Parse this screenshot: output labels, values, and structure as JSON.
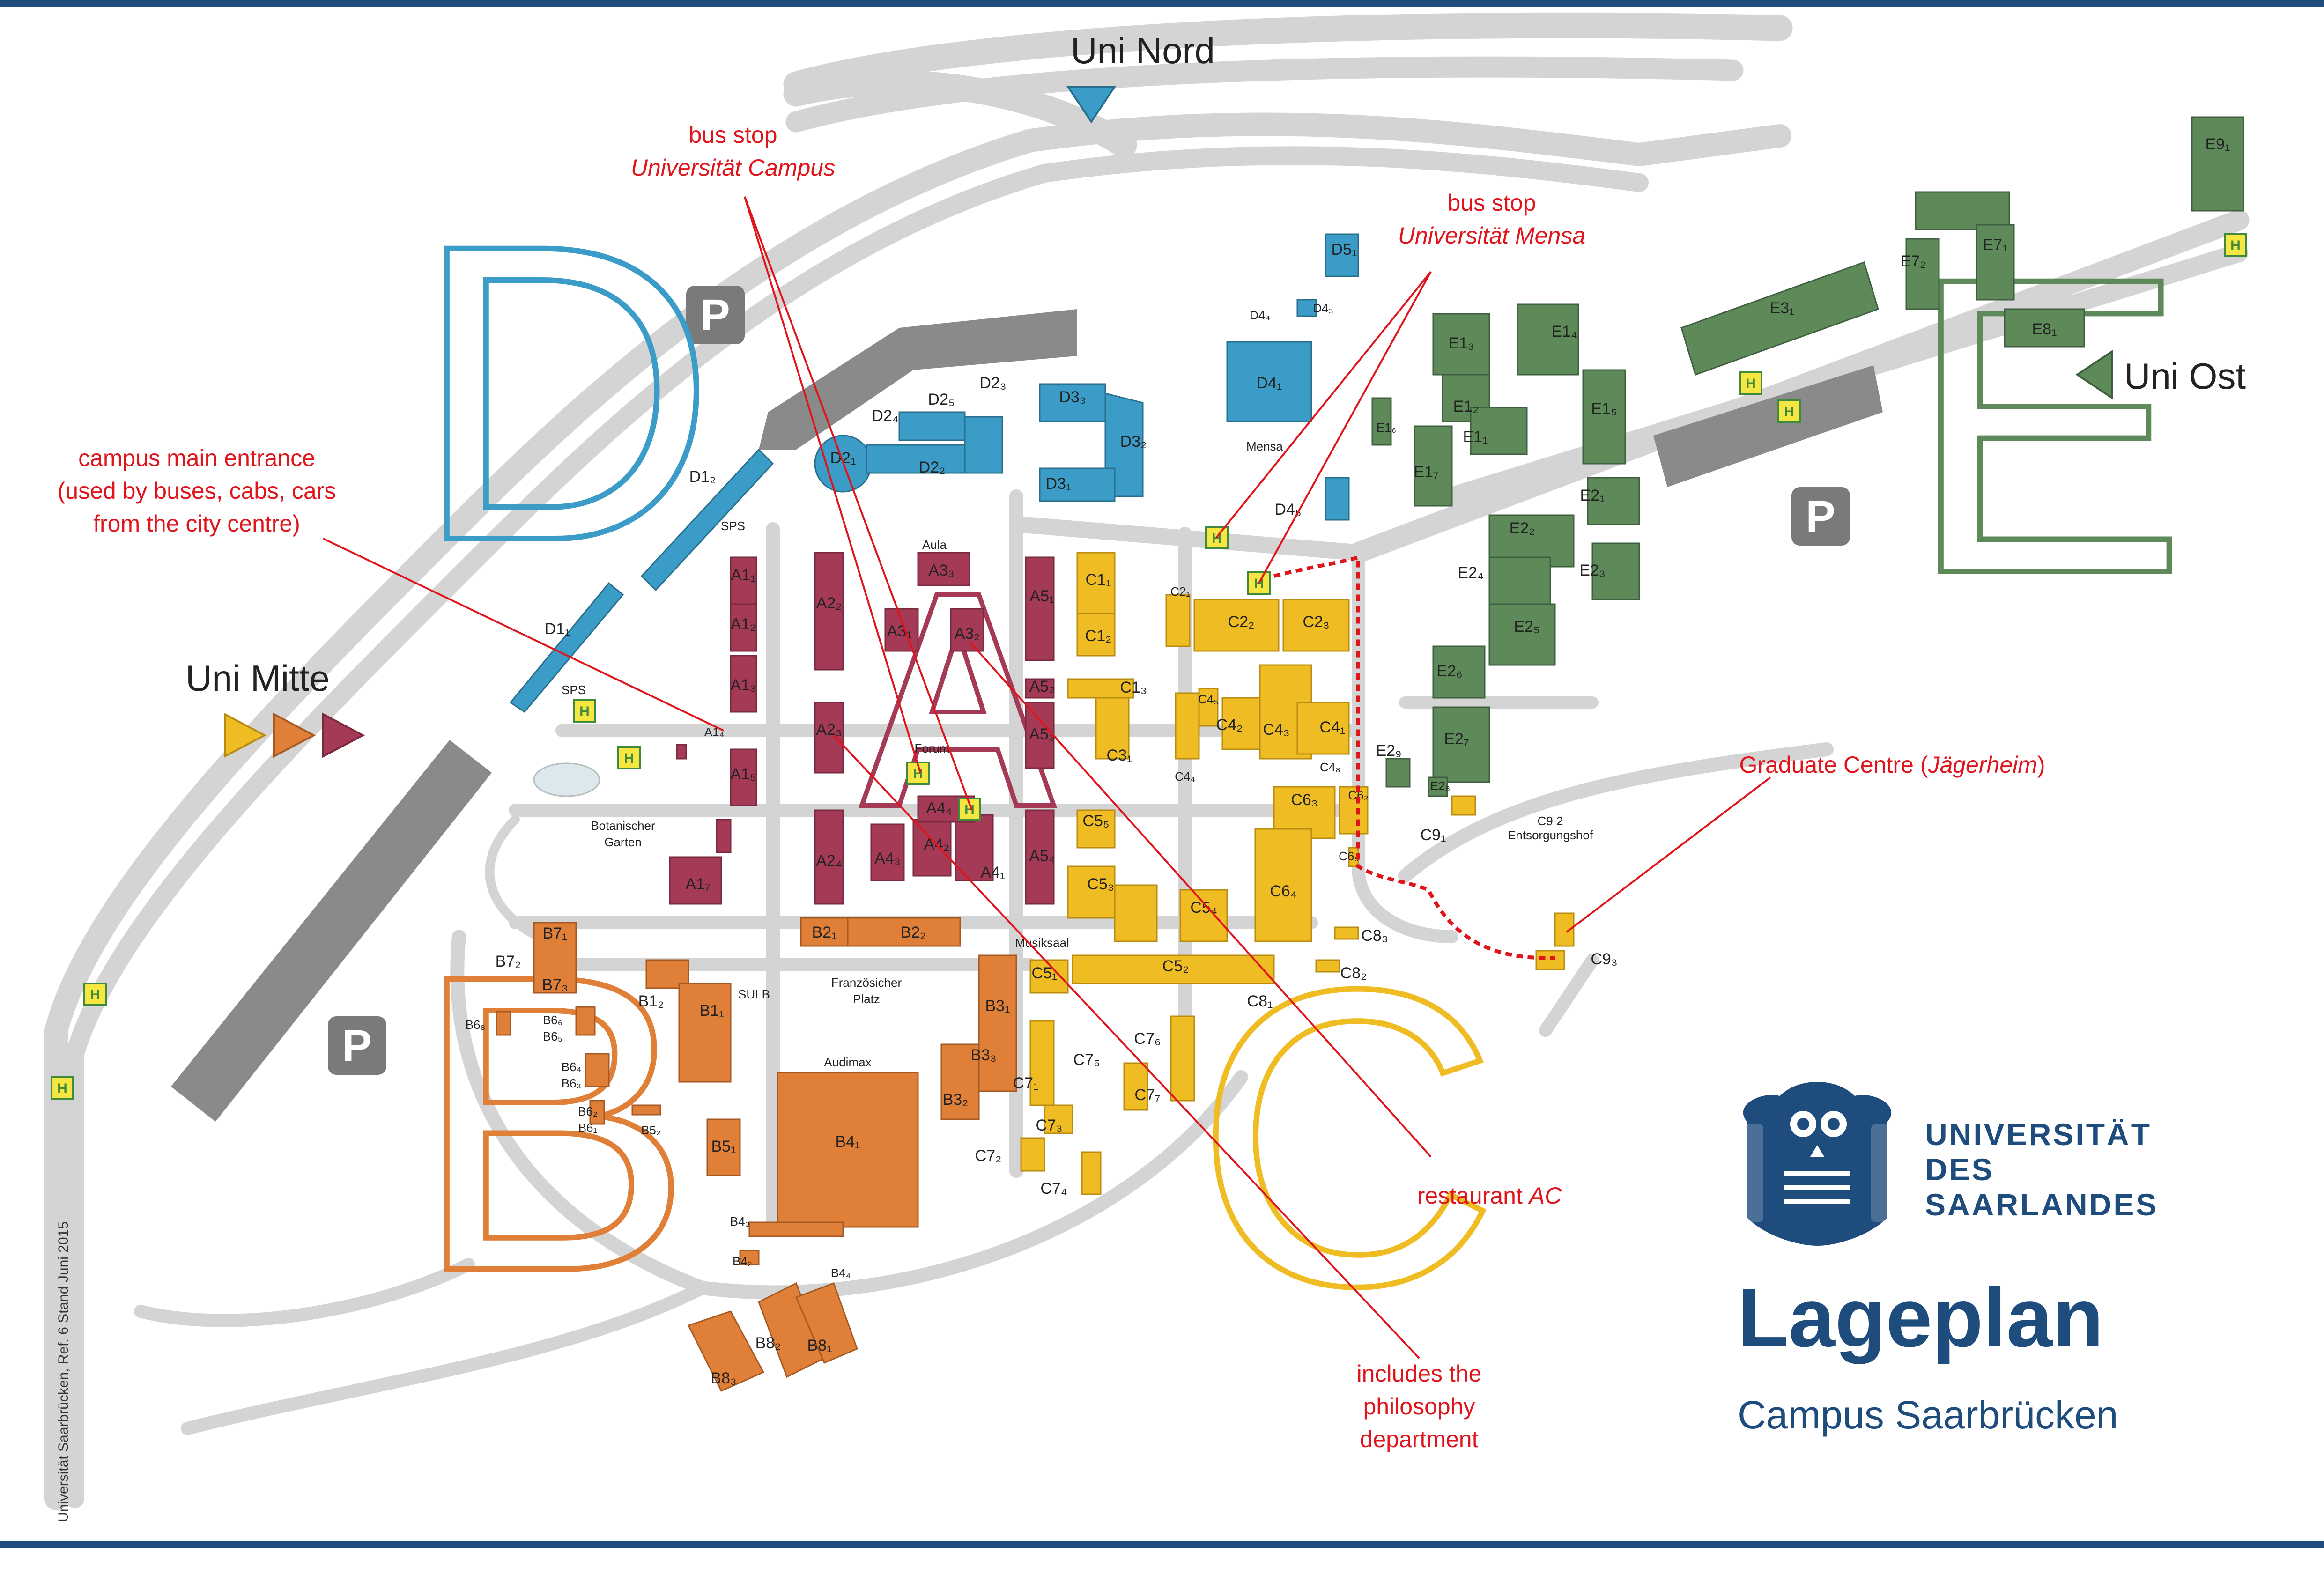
{
  "colors": {
    "frame": "#1e4c7c",
    "road": "#d4d4d4",
    "area_A": "#a43a55",
    "area_B": "#e07f37",
    "area_C": "#f0bc24",
    "area_D": "#3a9cc7",
    "area_E": "#5e8a5a",
    "parking": "#7a7a7a",
    "annotation": "#e0141b",
    "logo": "#1e4c7c"
  },
  "area_letters": [
    {
      "letter": "D",
      "color": "#3a9cc7"
    },
    {
      "letter": "B",
      "color": "#e07f37"
    },
    {
      "letter": "C",
      "color": "#f0bc24"
    },
    {
      "letter": "E",
      "color": "#5e8a5a"
    }
  ],
  "directions": {
    "uni_nord": "Uni Nord",
    "uni_ost": "Uni Ost",
    "uni_mitte": "Uni Mitte"
  },
  "parking_label": "P",
  "bus_stop_icon": "bus-stop-icon",
  "annotations": {
    "bus_stop_campus_line1": "bus stop",
    "bus_stop_campus_line2": "Universität Campus",
    "bus_stop_mensa_line1": "bus stop",
    "bus_stop_mensa_line2": "Universität Mensa",
    "main_entrance_line1": "campus main entrance",
    "main_entrance_line2": "(used by buses, cabs, cars",
    "main_entrance_line3": "from the city centre)",
    "graduate_centre_pre": "Graduate Centre (",
    "graduate_centre_italic": "Jägerheim",
    "graduate_centre_post": ")",
    "restaurant_pre": "restaurant ",
    "restaurant_italic": "AC",
    "philosophy_line1": "includes the",
    "philosophy_line2": "philosophy",
    "philosophy_line3": "department"
  },
  "place_labels": {
    "aula": "Aula",
    "mensa": "Mensa",
    "forum": "Forum",
    "botanischer_line1": "Botanischer",
    "botanischer_line2": "Garten",
    "sps_top": "SPS",
    "sps_bottom": "SPS",
    "sulb": "SULB",
    "franzoesischer_line1": "Französicher",
    "franzoesischer_line2": "Platz",
    "audimax": "Audimax",
    "musiksaal": "Musiksaal",
    "entsorgung_line1": "C9 2",
    "entsorgung_line2": "Entsorgungshof"
  },
  "buildings": {
    "D1_2": "D1₂",
    "D1_1": "D1₁",
    "D2_1": "D2₁",
    "D2_2": "D2₂",
    "D2_3": "D2₃",
    "D2_4": "D2₄",
    "D2_5": "D2₅",
    "D3_1": "D3₁",
    "D3_2": "D3₂",
    "D3_3": "D3₃",
    "D4_1": "D4₁",
    "D4_3": "D4₃",
    "D4_4": "D4₄",
    "D4_5": "D4₅",
    "D5_1": "D5₁",
    "A1_1": "A1₁",
    "A1_2": "A1₂",
    "A1_3": "A1₃",
    "A1_4": "A1₄",
    "A1_5": "A1₅",
    "A1_7": "A1₇",
    "A2_2": "A2₂",
    "A2_3": "A2₃",
    "A2_4": "A2₄",
    "A3_1": "A3₁",
    "A3_2": "A3₂",
    "A3_3": "A3₃",
    "A4_1": "A4₁",
    "A4_2": "A4₂",
    "A4_3": "A4₃",
    "A4_4": "A4₄",
    "A5_1": "A5₁",
    "A5_2": "A5₂",
    "A5_3": "A5₃",
    "A5_4": "A5₄",
    "B1_1": "B1₁",
    "B1_2": "B1₂",
    "B2_1": "B2₁",
    "B2_2": "B2₂",
    "B3_1": "B3₁",
    "B3_2": "B3₂",
    "B3_3": "B3₃",
    "B4_1": "B4₁",
    "B4_2": "B4₂",
    "B4_3": "B4₃",
    "B4_4": "B4₄",
    "B5_1": "B5₁",
    "B5_2": "B5₂",
    "B6_1": "B6₁",
    "B6_2": "B6₂",
    "B6_3": "B6₃",
    "B6_4": "B6₄",
    "B6_5": "B6₅",
    "B6_6": "B6₆",
    "B6_8": "B6₈",
    "B7_1": "B7₁",
    "B7_2": "B7₂",
    "B7_3": "B7₃",
    "B8_1": "B8₁",
    "B8_2": "B8₂",
    "B8_3": "B8₃",
    "C1_1": "C1₁",
    "C1_2": "C1₂",
    "C1_3": "C1₃",
    "C2_1": "C2₁",
    "C2_2": "C2₂",
    "C2_3": "C2₃",
    "C3_1": "C3₁",
    "C4_1": "C4₁",
    "C4_2": "C4₂",
    "C4_3": "C4₃",
    "C4_4": "C4₄",
    "C4_5": "C4₅",
    "C4_8": "C4₈",
    "C5_1": "C5₁",
    "C5_2": "C5₂",
    "C5_3": "C5₃",
    "C5_4": "C5₄",
    "C5_5": "C5₅",
    "C6_2": "C6₂",
    "C6_3": "C6₃",
    "C6_4": "C6₄",
    "C6_5": "C6₅",
    "C7_1": "C7₁",
    "C7_2": "C7₂",
    "C7_3": "C7₃",
    "C7_4": "C7₄",
    "C7_5": "C7₅",
    "C7_6": "C7₆",
    "C7_7": "C7₇",
    "C8_1": "C8₁",
    "C8_2": "C8₂",
    "C8_3": "C8₃",
    "C9_1": "C9₁",
    "C9_3": "C9₃",
    "E1_1": "E1₁",
    "E1_2": "E1₂",
    "E1_3": "E1₃",
    "E1_4": "E1₄",
    "E1_5": "E1₅",
    "E1_6": "E1₆",
    "E1_7": "E1₇",
    "E2_1": "E2₁",
    "E2_2": "E2₂",
    "E2_3": "E2₃",
    "E2_4": "E2₄",
    "E2_5": "E2₅",
    "E2_6": "E2₆",
    "E2_7": "E2₇",
    "E2_8": "E2₈",
    "E2_9": "E2₉",
    "E3_1": "E3₁",
    "E7_1": "E7₁",
    "E7_2": "E7₂",
    "E8_1": "E8₁",
    "E9_1": "E9₁"
  },
  "logo": {
    "line1": "UNIVERSITÄT",
    "line2": "DES",
    "line3": "SAARLANDES"
  },
  "title": "Lageplan",
  "subtitle": "Campus Saarbrücken",
  "credit": "Universität Saarbrücken, Ref. 6  Stand Juni 2015"
}
